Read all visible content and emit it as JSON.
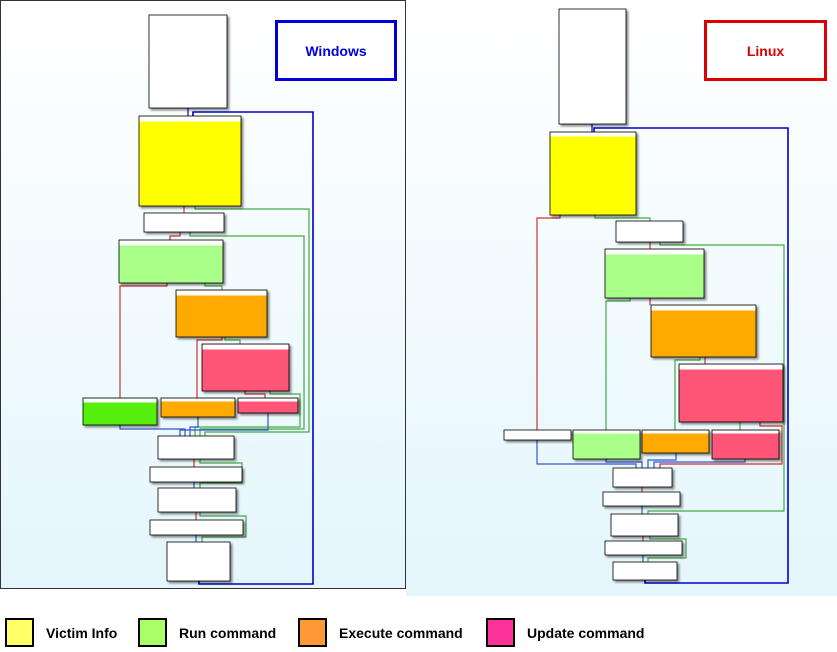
{
  "titles": {
    "windows": "Windows",
    "linux": "Linux"
  },
  "colors": {
    "victim_info": "#ffff00",
    "run_command": "#aaff88",
    "execute_command": "#ffaa00",
    "update_command": "#ff5577",
    "windows_accent": "#0000dd",
    "linux_accent": "#dd0000"
  },
  "legend": [
    {
      "label": "Victim Info",
      "color": "#ffff66"
    },
    {
      "label": "Run command",
      "color": "#aaff66"
    },
    {
      "label": "Execute command",
      "color": "#ff9933"
    },
    {
      "label": "Update command",
      "color": "#ff3399"
    }
  ]
}
